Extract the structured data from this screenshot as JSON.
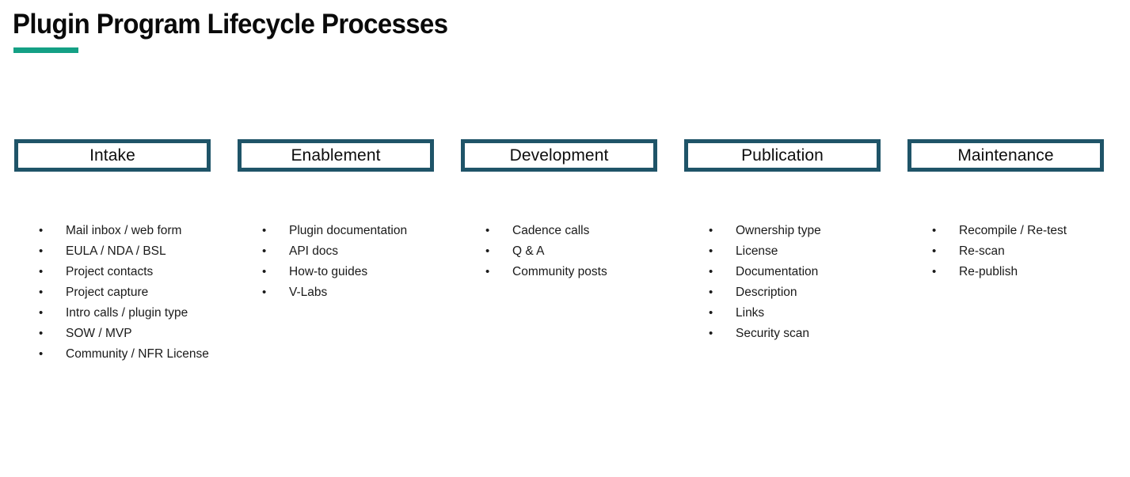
{
  "slide": {
    "title": "Plugin Program Lifecycle Processes",
    "accent_color": "#14a085",
    "box_border_color": "#1f5468",
    "background_color": "#ffffff",
    "text_color": "#1a1a1a",
    "bullet_glyph": "•"
  },
  "phases": [
    {
      "name": "Intake",
      "items": [
        "Mail inbox / web form",
        "EULA / NDA / BSL",
        "Project contacts",
        "Project capture",
        "Intro calls / plugin type",
        "SOW / MVP",
        "Community / NFR License"
      ]
    },
    {
      "name": "Enablement",
      "items": [
        "Plugin documentation",
        "API docs",
        "How-to guides",
        "V-Labs"
      ]
    },
    {
      "name": "Development",
      "items": [
        "Cadence calls",
        "Q & A",
        "Community posts"
      ]
    },
    {
      "name": "Publication",
      "items": [
        "Ownership type",
        "License",
        "Documentation",
        "Description",
        "Links",
        "Security scan"
      ]
    },
    {
      "name": "Maintenance",
      "items": [
        "Recompile / Re-test",
        "Re-scan",
        "Re-publish"
      ]
    }
  ]
}
